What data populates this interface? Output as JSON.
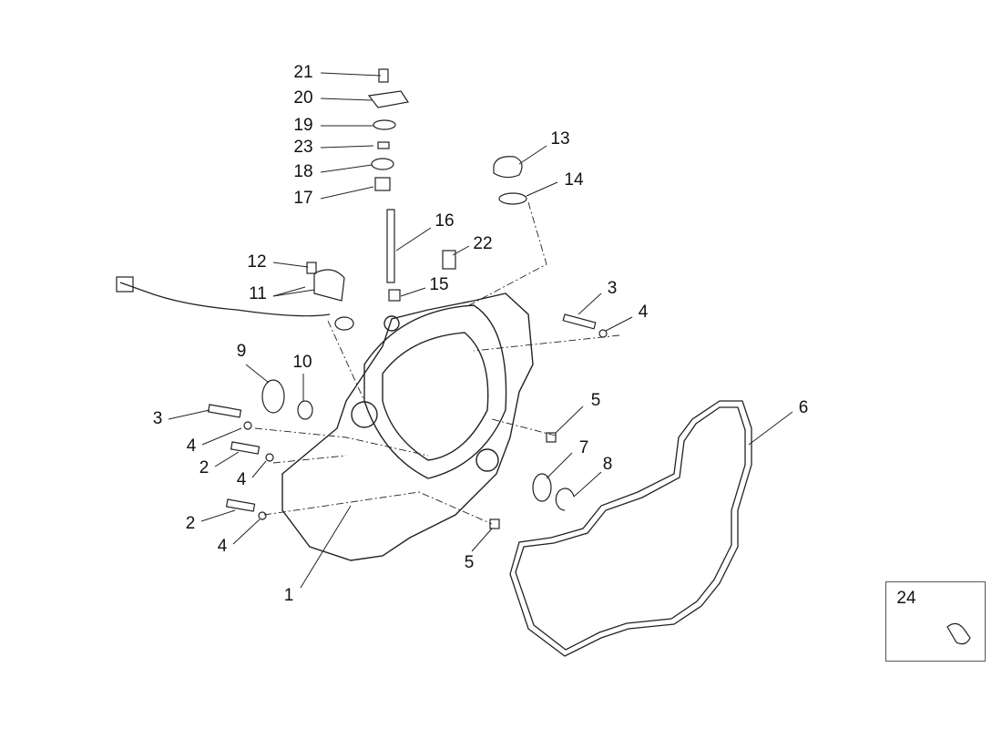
{
  "diagram": {
    "part_labels": [
      "1",
      "2",
      "2",
      "3",
      "3",
      "4",
      "4",
      "4",
      "4",
      "5",
      "5",
      "6",
      "7",
      "8",
      "9",
      "10",
      "11",
      "12",
      "13",
      "14",
      "15",
      "16",
      "17",
      "18",
      "19",
      "20",
      "21",
      "22",
      "23"
    ],
    "inset_label": "24"
  }
}
